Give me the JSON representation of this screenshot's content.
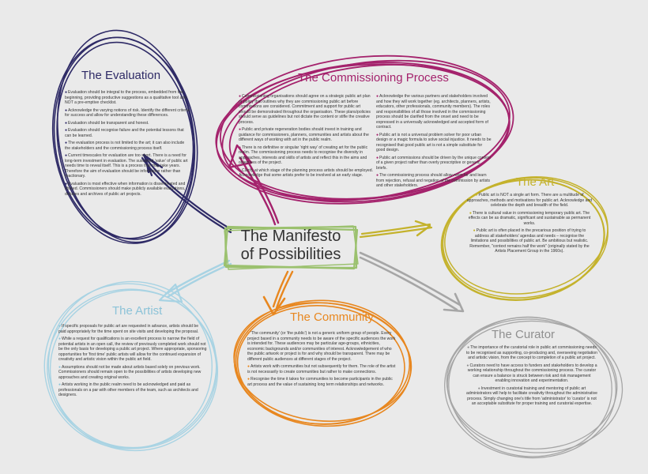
{
  "center": {
    "line1": "The Manifesto",
    "line2": "of Possibilities"
  },
  "colors": {
    "evaluation": "#2e2a66",
    "commissioning": "#a4226c",
    "art": "#c4b22c",
    "artist": "#a8d3e3",
    "community": "#e8871f",
    "curator": "#a6a6a6",
    "center": "#9bc16e",
    "text": "#333333"
  },
  "evaluation": {
    "title": "The Evaluation",
    "items": [
      "Evaluation should be integral to the process, embedded from the beginning, providing productive suggestions as a qualitative tool and NOT a pre-emptive checklist.",
      "Acknowledge the varying notions of risk. Identify the different criteria for success and allow for understanding these differences.",
      "Evaluation should be transparent and honest.",
      "Evaluation should recognise failure and the potential lessons that can be learned.",
      "The evaluation process is not limited to the art; it can also include the stakeholders and the commissioning process itself.",
      "Current timescales for evaluation are too short. There is a need for long-term investment in evaluation. The sustained 'value' of public art needs time to reveal itself. This is a process that may take years. Therefore the aim of evaluation should be informative rather than reactionary.",
      "Evaluation is most effective when information is disseminated and shared. Commissioners should make publicly available evaluations, debates and archives of public art projects."
    ]
  },
  "commissioning": {
    "title": "The Commissioning Process",
    "left_items": [
      "Commissioning organisations should agree on a strategic public art plan or policy that outlines why they are commissioning public art before commissions are considered. Commitment and support for public art should be demonstrated throughout the organisation. These plans/policies should serve as guidelines but not dictate the content or stifle the creative process.",
      "Public and private regeneration bodies should invest in training and guidance for commissioners, planners, communities and artists about the different ways of working with art in the public realm.",
      "There is no definitive or singular 'right way' of creating art for the public realm. The commissioning process needs to recognise the diversity in approaches, interests and skills of artists and reflect this in the aims and objectives of the project.",
      "Clarify at which stage of the planning process artists should be employed. Acknowledge that some artists prefer to be involved at an early stage."
    ],
    "right_items": [
      "Acknowledge the various partners and stakeholders involved and how they will work together (eg. architects, planners, artists, educators, other professionals, community members). The roles and responsibilities of all those involved in the commissioning process should be clarified from the onset and need to be expressed in a universally acknowledged and accepted form of contract.",
      "Public art is not a universal problem solver for poor urban design or a magic formula to solve social injustice. It needs to be recognised that good public art is not a simple substitute for good design.",
      "Public art commissions should be driven by the unique context of a given project rather than overly prescriptive or generic briefs.",
      "The commissioning process should allow room for and learn from rejection, refusal and negation of the commission by artists and other stakeholders."
    ]
  },
  "art": {
    "title": "The Art",
    "items": [
      "Public art is NOT a single art form. There are a multitude of approaches, methods and motivations for public art. Acknowledge and celebrate the depth and breadth of the field.",
      "There is cultural value in commissioning temporary public art. The effects can be as dramatic, significant and sustainable as permanent works.",
      "Public art is often placed in the precarious position of trying to address all stakeholders' agendas and needs – recognise the limitations and possibilities of public art. Be ambitious but realistic. Remember, \"context remains half the work\" (originally stated by the Artists Placement Group in the 1960s)."
    ]
  },
  "artist": {
    "title": "The Artist",
    "items": [
      "If specific proposals for public art are requested in advance, artists should be paid appropriately for the time spent on site visits and developing the proposal.",
      "While a request for qualifications is an excellent process to narrow the field of potential artists in an open call, the review of previously completed work should not be the only basis for developing a public art project. Where appropriate, sponsoring opportunities for 'first time' public artists will allow for the continued expansion of creativity and artistic vision within the public art field.",
      "Assumptions should not be made about artists based solely on previous work. Commissioners should remain open to the possibilities of artists developing new approaches and creating original works.",
      "Artists working in the public realm need to be acknowledged and paid as professionals on a par with other members of the team, such as architects and designers."
    ]
  },
  "community": {
    "title": "The Community",
    "items": [
      "'The community' (or 'the public') is not a generic uniform group of people. Every project based in a community needs to be aware of the specific audiences the work is intended for. These audiences may be particular age-groups, ethnicities, economic backgrounds and/or communities of interest. Acknowledgement of who the public artwork or project is for and why should be transparent. There may be different public audiences at different stages of the project.",
      "Artists work with communities but not subsequently for them. The role of the artist is not necessarily to create communities but rather to make connections.",
      "Recognise the time it takes for communities to become participants in the public art process and the value of sustaining long term relationships and networks."
    ]
  },
  "curator": {
    "title": "The Curator",
    "items": [
      "The importance of the curatorial role in public art commissioning needs to be recognised as supporting, co-producing and, overseeing negotiation and artistic vision, from the concept to completion of a public art project.",
      "Curators need to have access to funders and stakeholders to develop a working relationship throughout the commissioning process. The curator can ensure a balance is struck between risk and risk management enabling innovation and experimentation.",
      "Investment in curatorial training and mentoring of public art administrators will help to facilitate creativity throughout the administrative process. Simply changing one's title from 'administrator' to 'curator' is not an acceptable substitute for proper training and curatorial expertise."
    ]
  }
}
